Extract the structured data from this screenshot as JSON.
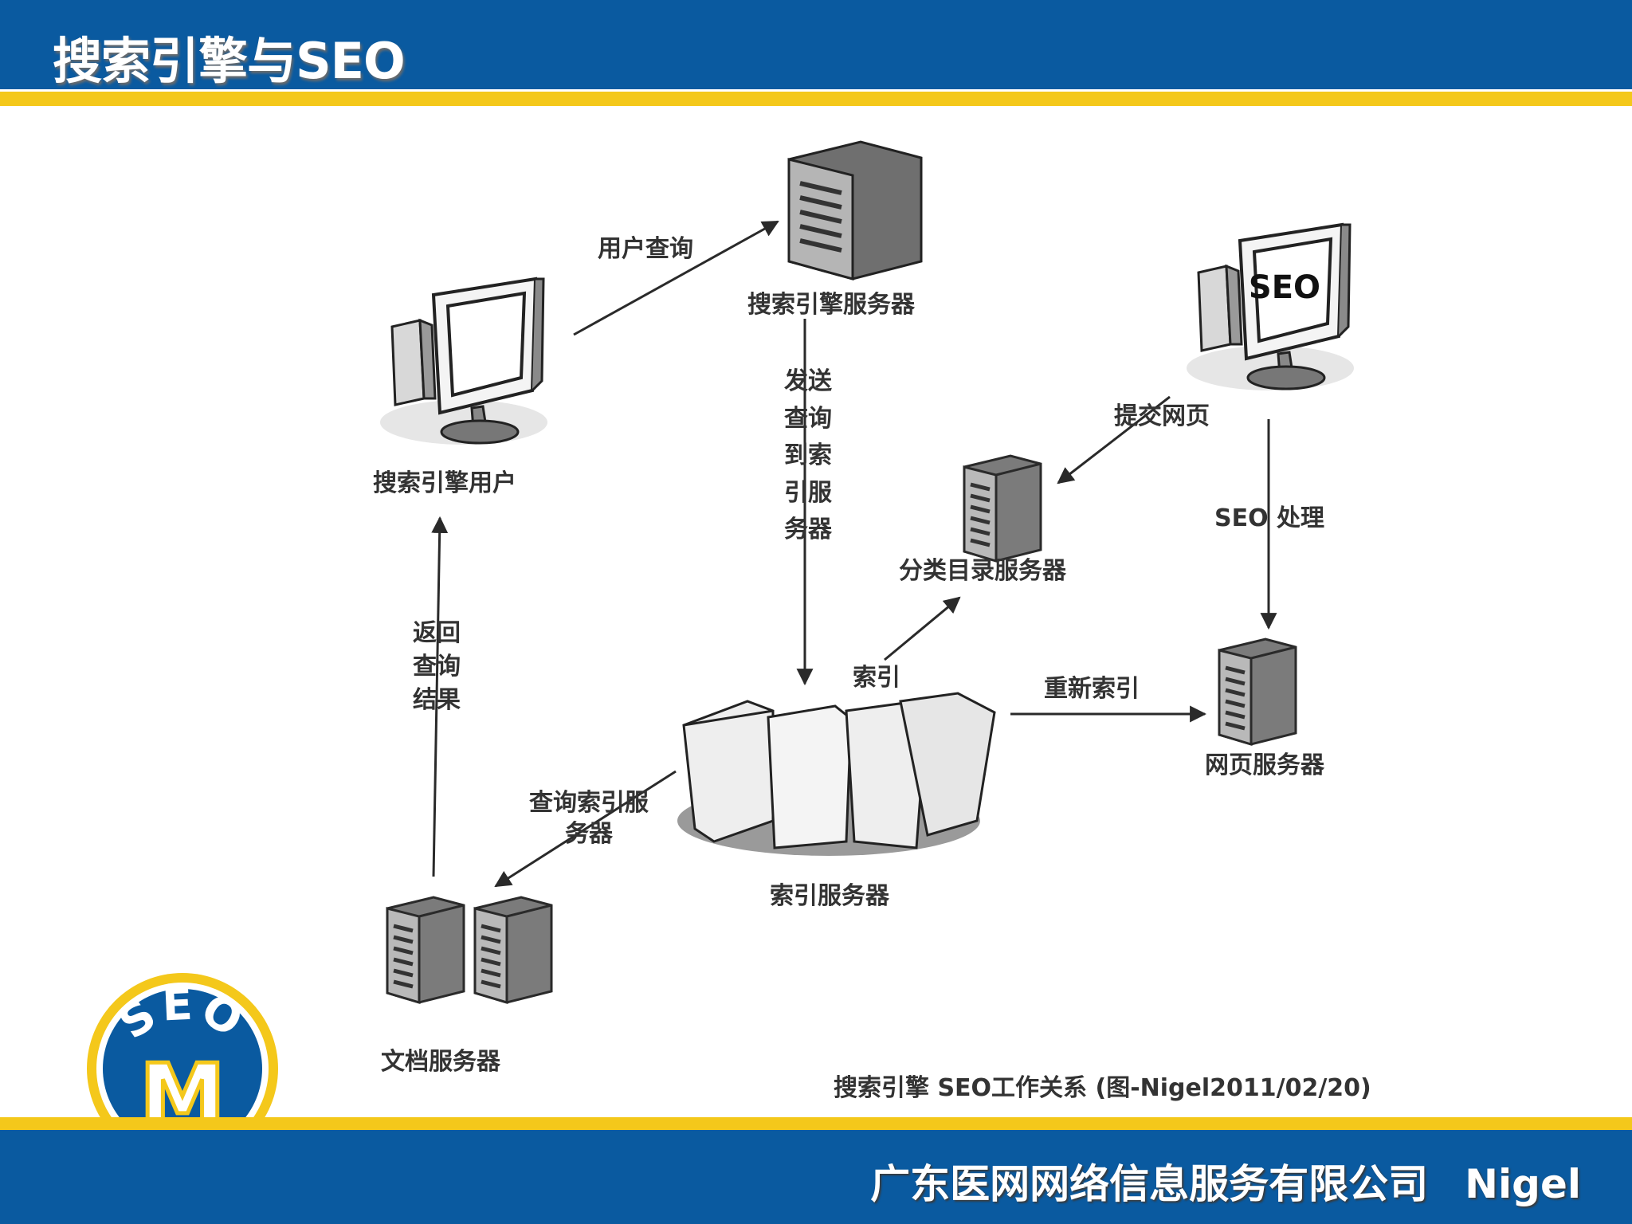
{
  "title": "搜索引擎与SEO",
  "nodes": {
    "search_user": "搜索引擎用户",
    "search_server": "搜索引擎服务器",
    "seo_monitor_text": "SEO",
    "catalog_server": "分类目录服务器",
    "web_server": "网页服务器",
    "index_server": "索引服务器",
    "doc_server": "文档服务器"
  },
  "edges": {
    "user_query": "用户查询",
    "send_query": "发送查询到索引服务器",
    "submit_page": "提交网页",
    "seo_process": "SEO 处理",
    "index": "索引",
    "reindex": "重新索引",
    "query_index": "查询索引服务器",
    "return_results": "返回查询结果"
  },
  "caption": "搜索引擎 SEO工作关系 (图-Nigel2011/02/20)",
  "logo": {
    "top_text": "SEO",
    "letter": "M"
  },
  "footer": {
    "company": "广东医网网络信息服务有限公司",
    "name": "Nigel"
  },
  "colors": {
    "band": "#0a5aa0",
    "stripe": "#f4c81b",
    "text": "#333333"
  }
}
